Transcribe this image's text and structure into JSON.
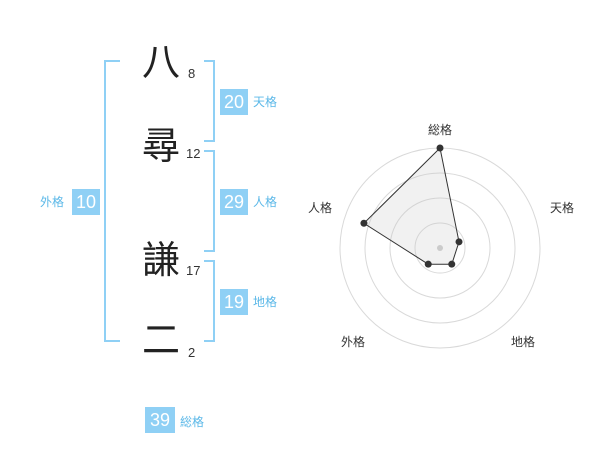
{
  "name_chars": [
    {
      "char": "八",
      "strokes": "8"
    },
    {
      "char": "尋",
      "strokes": "12"
    },
    {
      "char": "謙",
      "strokes": "17"
    },
    {
      "char": "二",
      "strokes": "2"
    }
  ],
  "kakusu": {
    "ten": {
      "value": "20",
      "label": "天格"
    },
    "jin": {
      "value": "29",
      "label": "人格"
    },
    "chi": {
      "value": "19",
      "label": "地格"
    },
    "gai": {
      "value": "10",
      "label": "外格"
    },
    "sou": {
      "value": "39",
      "label": "総格"
    }
  },
  "chart_data": {
    "type": "radar",
    "axes": [
      "総格",
      "天格",
      "地格",
      "外格",
      "人格"
    ],
    "max": 5,
    "values": [
      5,
      1,
      1,
      1,
      4
    ],
    "rings": 4
  }
}
